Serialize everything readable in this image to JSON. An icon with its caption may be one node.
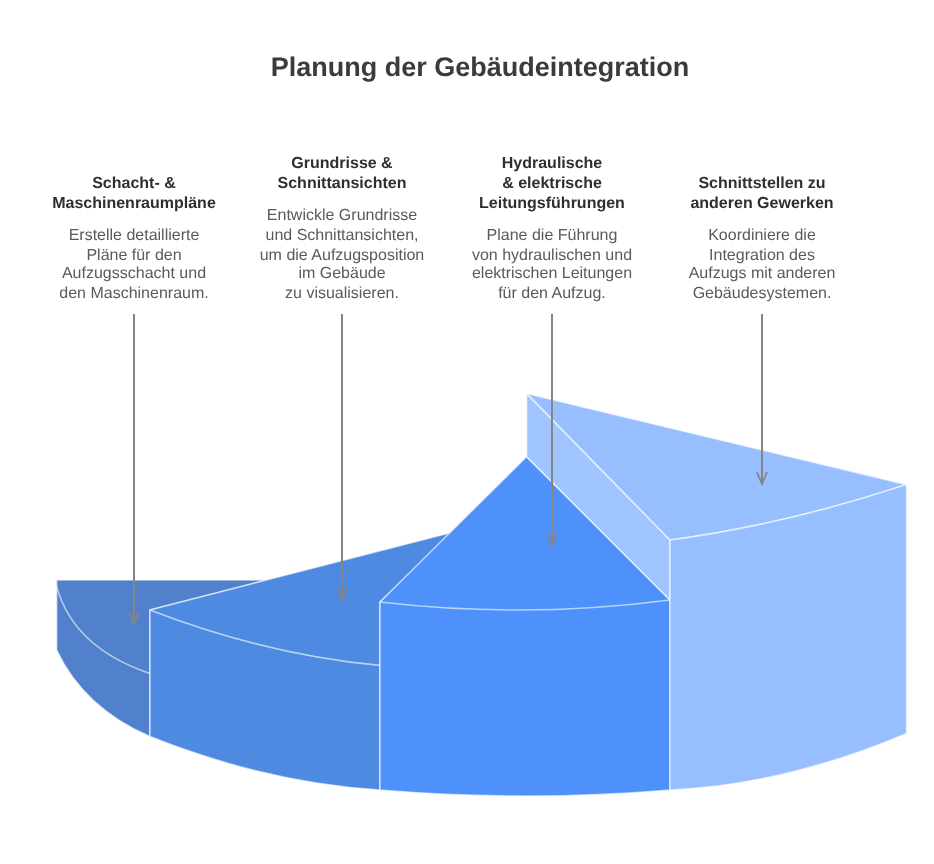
{
  "diagram": {
    "title": "Planung der Gebäudeintegration",
    "nodes": [
      {
        "text": [
          "Schacht- & Maschinenraumpläne",
          "Erstelle detaillierte Pläne für den Aufzugsschacht und den Maschinenraum."
        ]
      },
      {
        "text": [
          "Grundrisse & Schnittansichten",
          "Entwickle Grundrisse und Schnittansichten, um die Aufzugsposition im Gebäude zu visualisieren."
        ]
      },
      {
        "text": [
          "Hydraulische & elektrische Leitungsführungen",
          "Plane die Führung von hydraulischen und elektrischen Leitungen für den Aufzug."
        ]
      },
      {
        "text": [
          "Schnittstellen zu anderen Gewerken",
          "Koordiniere die Integration des Aufzugs mit anderen Gebäudesystemen."
        ]
      },
      {
        "text": [],
        "shape": "slice"
      },
      {
        "text": [],
        "shape": "slice"
      },
      {
        "text": [],
        "shape": "slice"
      },
      {
        "text": [],
        "shape": "slice"
      }
    ],
    "edges": [
      {
        "from": 0,
        "to": 4,
        "arrow": "to"
      },
      {
        "from": 1,
        "to": 5,
        "arrow": "to"
      },
      {
        "from": 2,
        "to": 6,
        "arrow": "to"
      },
      {
        "from": 3,
        "to": 7,
        "arrow": "to"
      }
    ]
  }
}
